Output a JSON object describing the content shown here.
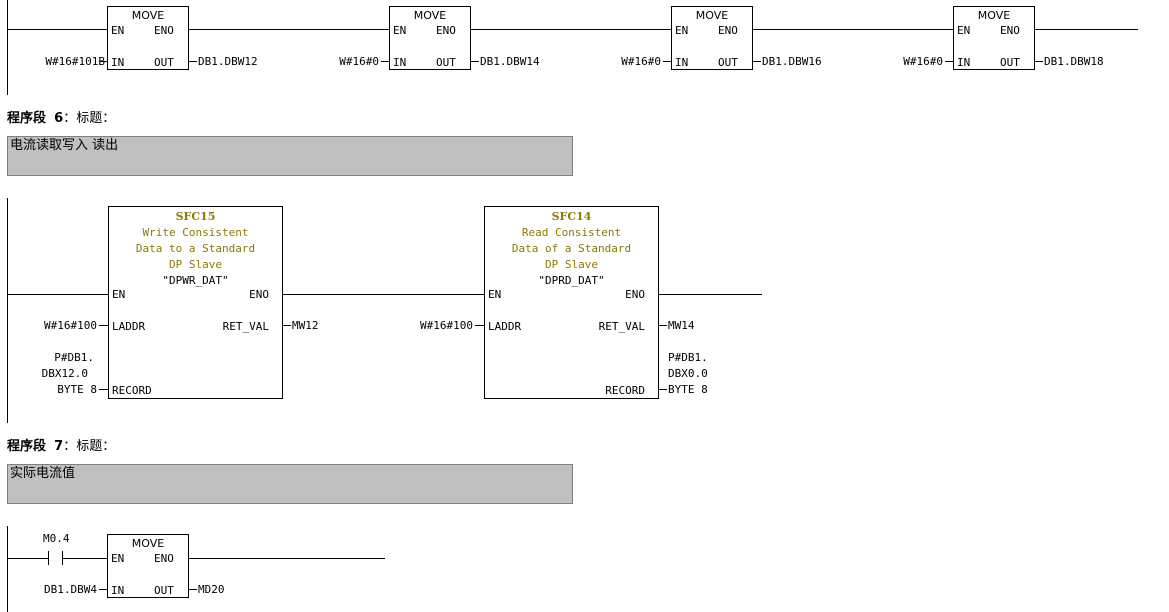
{
  "network5": {
    "blocks": [
      {
        "title": "MOVE",
        "en": "EN",
        "eno": "ENO",
        "in_label": "IN",
        "out_label": "OUT",
        "in_value": "W#16#101B",
        "out_value": "DB1.DBW12"
      },
      {
        "title": "MOVE",
        "en": "EN",
        "eno": "ENO",
        "in_label": "IN",
        "out_label": "OUT",
        "in_value": "W#16#0",
        "out_value": "DB1.DBW14"
      },
      {
        "title": "MOVE",
        "en": "EN",
        "eno": "ENO",
        "in_label": "IN",
        "out_label": "OUT",
        "in_value": "W#16#0",
        "out_value": "DB1.DBW16"
      },
      {
        "title": "MOVE",
        "en": "EN",
        "eno": "ENO",
        "in_label": "IN",
        "out_label": "OUT",
        "in_value": "W#16#0",
        "out_value": "DB1.DBW18"
      }
    ]
  },
  "network6": {
    "label": "程序段",
    "number": "6",
    "title_label": "：标题：",
    "comment": "电流读取写入 读出",
    "sfc15": {
      "name": "SFC15",
      "desc1": "Write Consistent",
      "desc2": "Data to a Standard",
      "desc3": "DP Slave",
      "symbol": "\"DPWR_DAT\"",
      "en": "EN",
      "eno": "ENO",
      "laddr_label": "LADDR",
      "retval_label": "RET_VAL",
      "record_label": "RECORD",
      "laddr_value": "W#16#100",
      "retval_value": "MW12",
      "record_value1": "P#DB1.",
      "record_value2": "DBX12.0",
      "record_value3": "BYTE 8"
    },
    "sfc14": {
      "name": "SFC14",
      "desc1": "Read Consistent",
      "desc2": "Data of a Standard",
      "desc3": "DP Slave",
      "symbol": "\"DPRD_DAT\"",
      "en": "EN",
      "eno": "ENO",
      "laddr_label": "LADDR",
      "retval_label": "RET_VAL",
      "record_label": "RECORD",
      "laddr_value": "W#16#100",
      "retval_value": "MW14",
      "record_value1": "P#DB1.",
      "record_value2": "DBX0.0",
      "record_value3": "BYTE 8"
    }
  },
  "network7": {
    "label": "程序段",
    "number": "7",
    "title_label": "：标题：",
    "comment": "实际电流值",
    "contact_address": "M0.4",
    "move": {
      "title": "MOVE",
      "en": "EN",
      "eno": "ENO",
      "in_label": "IN",
      "out_label": "OUT",
      "in_value": "DB1.DBW4",
      "out_value": "MD20"
    }
  }
}
